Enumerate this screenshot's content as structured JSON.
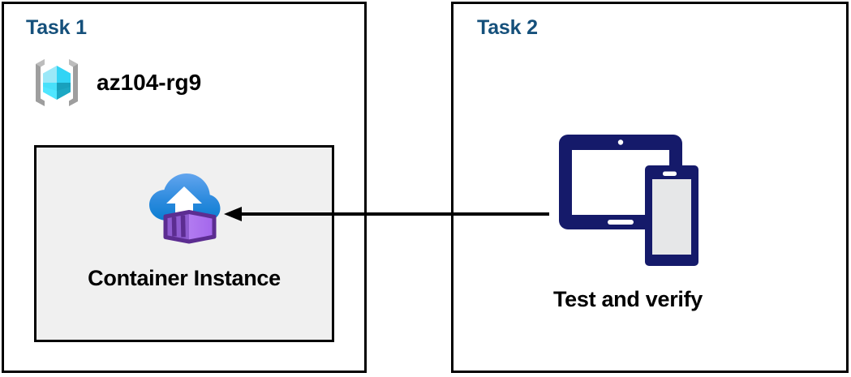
{
  "diagram": {
    "title_color": "#15507B",
    "background": "#ffffff",
    "border_color": "#000000"
  },
  "panels": [
    {
      "label": "Task 1",
      "resource_group": {
        "icon": "azure-resource-group-icon",
        "name": "az104-rg9"
      },
      "resource": {
        "icon": "azure-container-instance-icon",
        "label": "Container Instance",
        "fill": "#F0F0F0"
      }
    },
    {
      "label": "Task 2",
      "devices": {
        "icon": "tablet-and-phone-icon",
        "label": "Test and verify",
        "color": "#151A6A"
      }
    }
  ],
  "connector": {
    "name": "arrow-right-to-left",
    "direction": "left",
    "color": "#000000"
  }
}
